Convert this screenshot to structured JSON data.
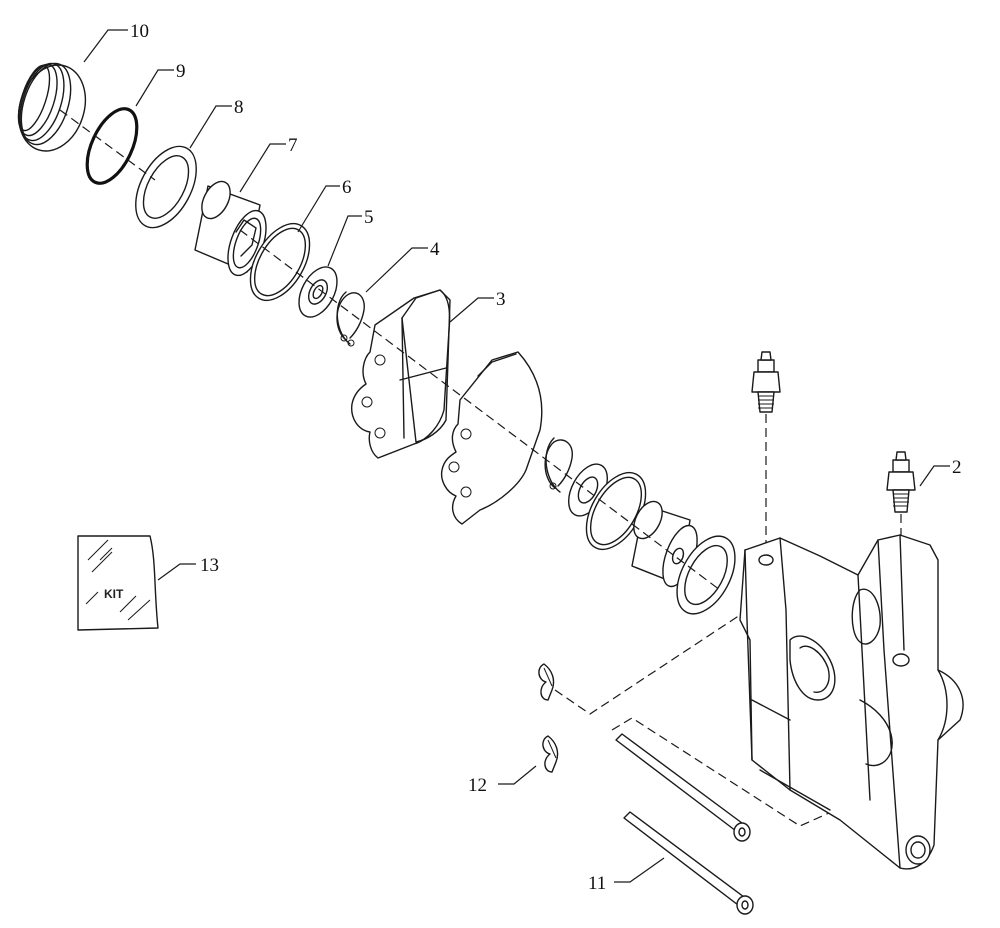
{
  "parts": [
    {
      "id": "part-10",
      "label": "10"
    },
    {
      "id": "part-9",
      "label": "9"
    },
    {
      "id": "part-8",
      "label": "8"
    },
    {
      "id": "part-7",
      "label": "7"
    },
    {
      "id": "part-6",
      "label": "6"
    },
    {
      "id": "part-5",
      "label": "5"
    },
    {
      "id": "part-4",
      "label": "4"
    },
    {
      "id": "part-3",
      "label": "3"
    },
    {
      "id": "part-2",
      "label": "2"
    },
    {
      "id": "part-13",
      "label": "13"
    },
    {
      "id": "part-12",
      "label": "12"
    },
    {
      "id": "part-11",
      "label": "11"
    }
  ],
  "kit_label": "KIT"
}
